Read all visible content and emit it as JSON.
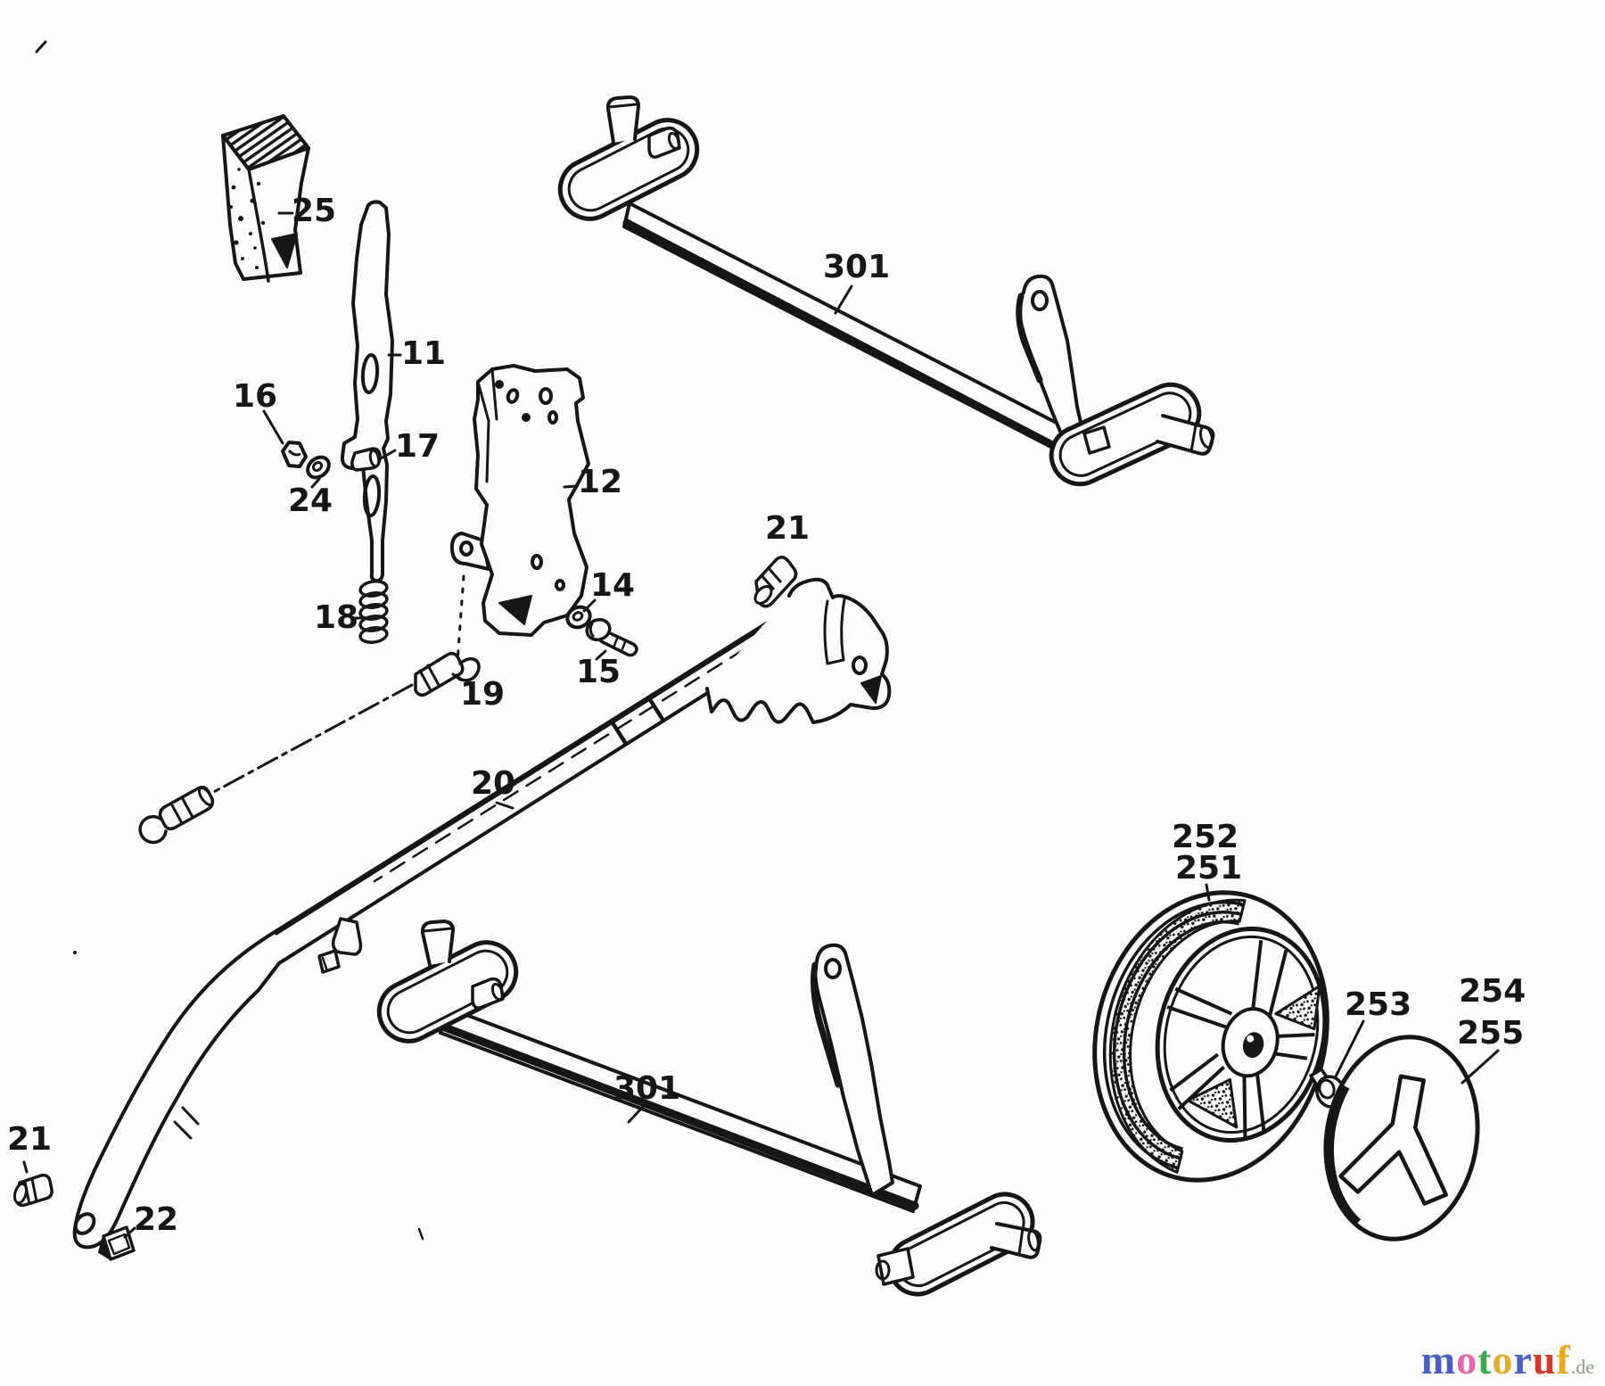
{
  "page": {
    "background": "#fcfcfa",
    "ink": "#161616"
  },
  "diagram": {
    "labels": {
      "p25": {
        "text": "25"
      },
      "p11": {
        "text": "11"
      },
      "p16": {
        "text": "16"
      },
      "p17": {
        "text": "17"
      },
      "p24": {
        "text": "24"
      },
      "p12": {
        "text": "12"
      },
      "p18": {
        "text": "18"
      },
      "p14": {
        "text": "14"
      },
      "p15": {
        "text": "15"
      },
      "p19": {
        "text": "19"
      },
      "p20": {
        "text": "20"
      },
      "p21_top": {
        "text": "21"
      },
      "p21_bottom": {
        "text": "21"
      },
      "p22": {
        "text": "22"
      },
      "p301_top": {
        "text": "301"
      },
      "p301_bottom": {
        "text": "301"
      },
      "p252": {
        "text": "252"
      },
      "p251": {
        "text": "251"
      },
      "p253": {
        "text": "253"
      },
      "p254": {
        "text": "254"
      },
      "p255": {
        "text": "255"
      }
    }
  },
  "logo": {
    "letters": [
      {
        "char": "m",
        "color": "#4a5fc4"
      },
      {
        "char": "o",
        "color": "#e964ae"
      },
      {
        "char": "t",
        "color": "#3da94c"
      },
      {
        "char": "o",
        "color": "#dfae2e"
      },
      {
        "char": "r",
        "color": "#4a5fc4"
      },
      {
        "char": "u",
        "color": "#d4372c"
      },
      {
        "char": "f",
        "color": "#e9a81e"
      }
    ],
    "suffix": {
      "text": ".de",
      "color": "#8a9a8a"
    }
  }
}
